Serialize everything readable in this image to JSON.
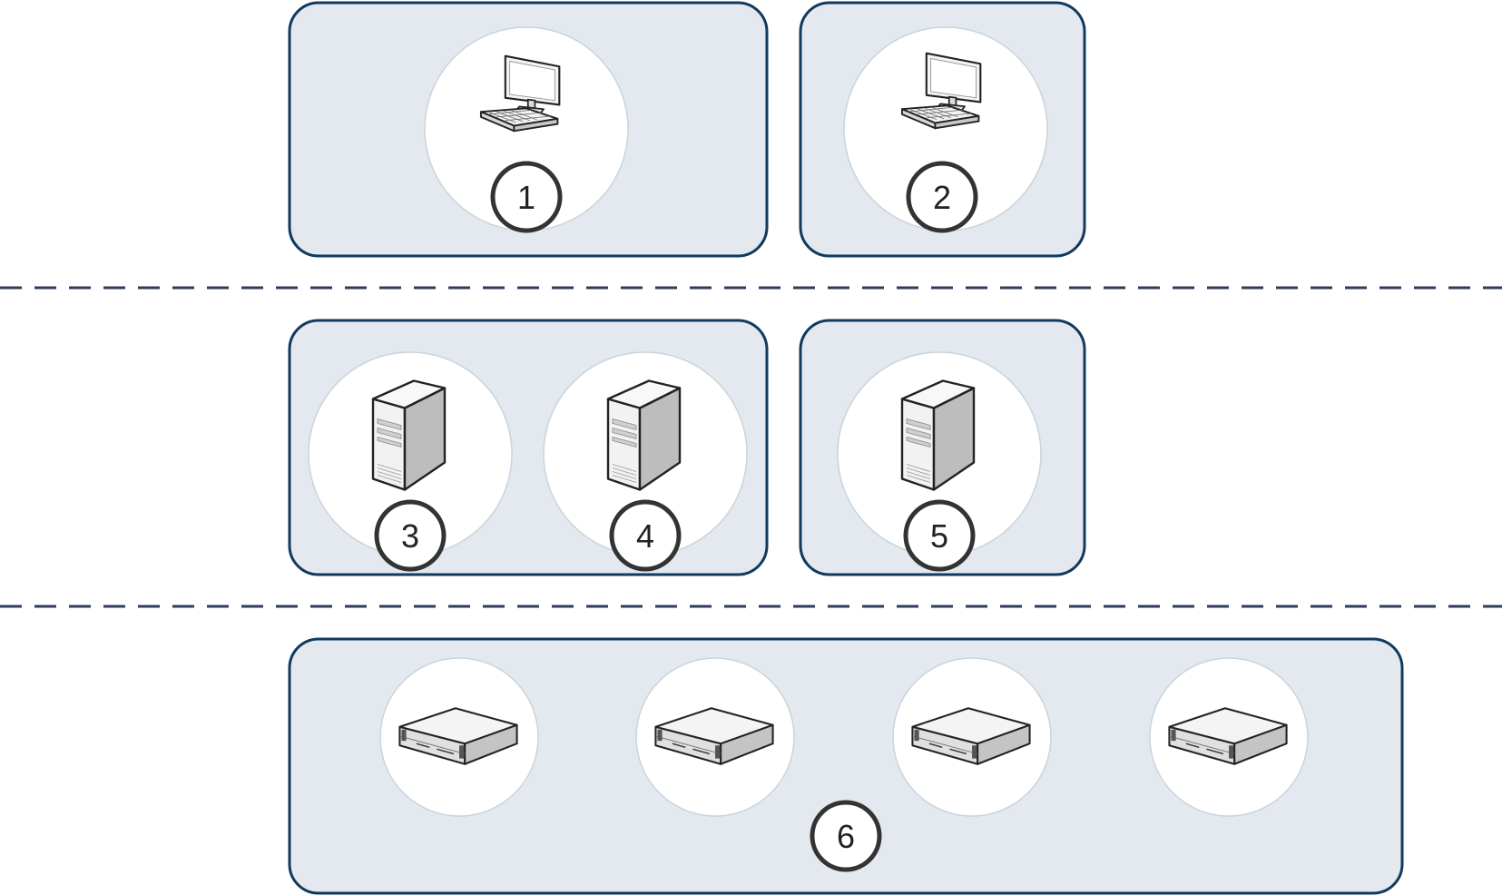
{
  "colors": {
    "group_fill": "#e3e9ee",
    "group_stroke": "#123a5e",
    "circle_fill": "#ffffff",
    "circle_stroke": "#c9d4dd",
    "badge_stroke": "#333333",
    "separator": "#2f3b5c"
  },
  "tiers": [
    {
      "name": "client-tier",
      "groups": [
        {
          "name": "group-1",
          "nodes": [
            {
              "icon": "workstation-icon",
              "badge": "1"
            }
          ]
        },
        {
          "name": "group-2",
          "nodes": [
            {
              "icon": "workstation-icon",
              "badge": "2"
            }
          ]
        }
      ]
    },
    {
      "name": "server-tier",
      "groups": [
        {
          "name": "group-3-4",
          "nodes": [
            {
              "icon": "tower-server-icon",
              "badge": "3"
            },
            {
              "icon": "tower-server-icon",
              "badge": "4"
            }
          ]
        },
        {
          "name": "group-5",
          "nodes": [
            {
              "icon": "tower-server-icon",
              "badge": "5"
            }
          ]
        }
      ]
    },
    {
      "name": "storage-tier",
      "groups": [
        {
          "name": "group-6",
          "badge": "6",
          "nodes": [
            {
              "icon": "rack-server-icon"
            },
            {
              "icon": "rack-server-icon"
            },
            {
              "icon": "rack-server-icon"
            },
            {
              "icon": "rack-server-icon"
            }
          ]
        }
      ]
    }
  ]
}
